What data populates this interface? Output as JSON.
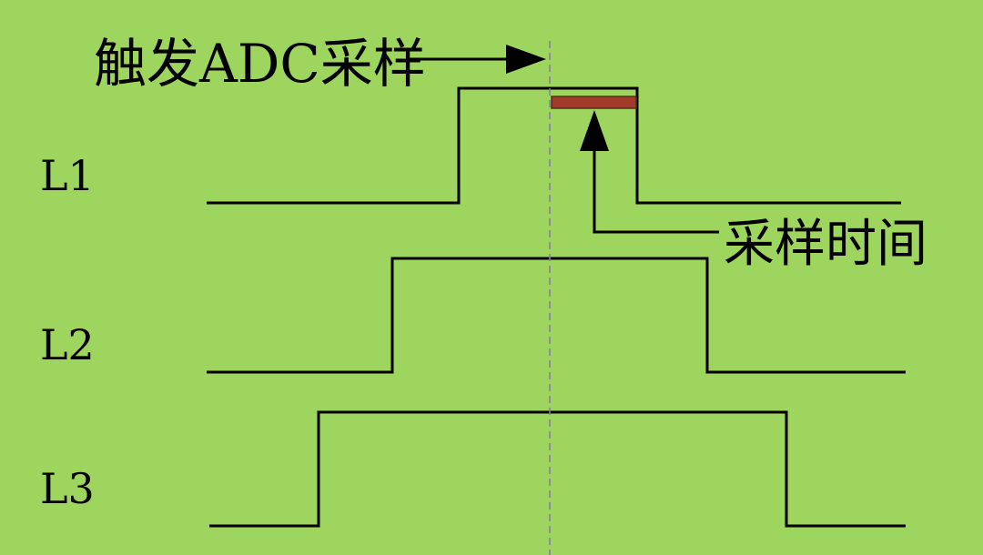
{
  "annotations": {
    "trigger": "触发ADC采样",
    "sample_time": "采样时间"
  },
  "signals": [
    {
      "label": "L1"
    },
    {
      "label": "L2"
    },
    {
      "label": "L3"
    }
  ],
  "colors": {
    "background": "#9ed55e",
    "line": "#000000",
    "dashed_marker": "#8a7aa8",
    "sample_bar": "#a33a2a",
    "sample_bar_border": "#5a2a1a"
  }
}
